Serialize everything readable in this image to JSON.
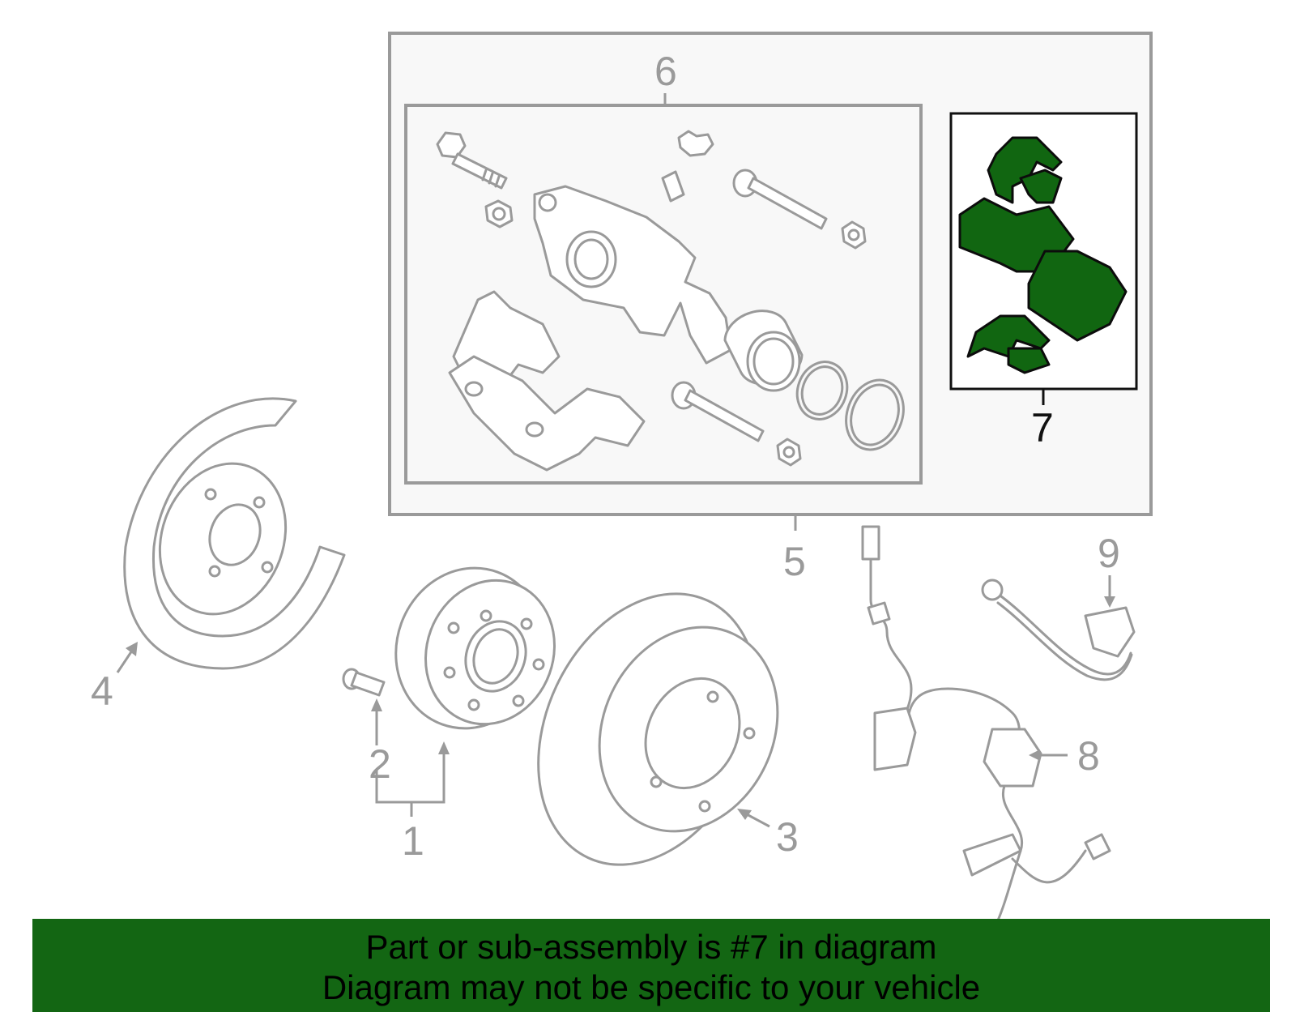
{
  "diagram": {
    "callouts": {
      "c1": "1",
      "c2": "2",
      "c3": "3",
      "c4": "4",
      "c5": "5",
      "c6": "6",
      "c7": "7",
      "c8": "8",
      "c9": "9"
    },
    "highlighted_part": "7",
    "colors": {
      "highlight_fill": "#116611",
      "banner_bg": "#136613",
      "line_art": "#9a9a9a",
      "box_fill": "#f8f8f8"
    }
  },
  "banner": {
    "line1": "Part or sub-assembly is #7 in diagram",
    "line2": "Diagram may not be specific to your vehicle"
  }
}
